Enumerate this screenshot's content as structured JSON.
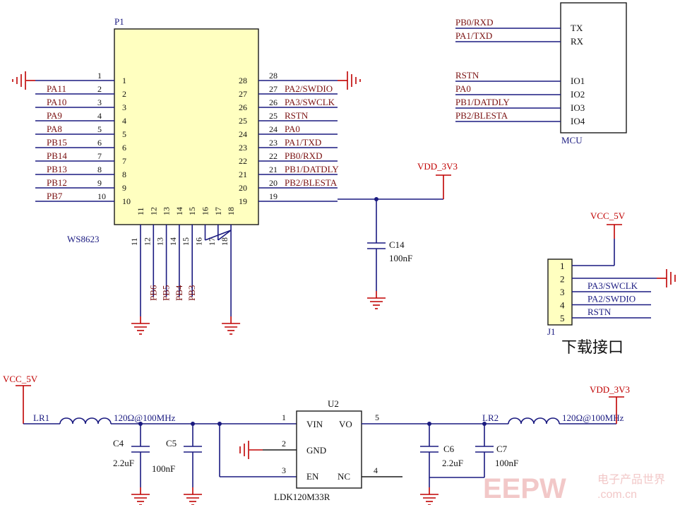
{
  "p1": {
    "ref": "P1",
    "part": "WS8623",
    "left_ext": [
      "1",
      "2",
      "3",
      "4",
      "5",
      "6",
      "7",
      "8",
      "9",
      "10"
    ],
    "left_int": [
      "1",
      "2",
      "3",
      "4",
      "5",
      "6",
      "7",
      "8",
      "9",
      "10"
    ],
    "left_nets": [
      "",
      "PA11",
      "PA10",
      "PA9",
      "PA8",
      "PB15",
      "PB14",
      "PB13",
      "PB12",
      "PB7"
    ],
    "right_ext": [
      "28",
      "27",
      "26",
      "25",
      "24",
      "23",
      "22",
      "21",
      "20",
      "19"
    ],
    "right_int": [
      "28",
      "27",
      "26",
      "25",
      "24",
      "23",
      "22",
      "21",
      "20",
      "19"
    ],
    "right_nets": [
      "",
      "PA2/SWDIO",
      "PA3/SWCLK",
      "RSTN",
      "PA0",
      "PA1/TXD",
      "PB0/RXD",
      "PB1/DATDLY",
      "PB2/BLESTA",
      ""
    ],
    "bottom_int": [
      "11",
      "12",
      "13",
      "14",
      "15",
      "16",
      "17",
      "18"
    ],
    "bottom_ext": [
      "11",
      "12",
      "13",
      "14",
      "15",
      "16",
      "17",
      "18"
    ],
    "bottom_nets": [
      "PB6",
      "PB5",
      "PB4",
      "PB3"
    ]
  },
  "mcu": {
    "ref": "MCU",
    "pins": [
      "TX",
      "RX",
      "IO1",
      "IO2",
      "IO3",
      "IO4"
    ],
    "nets": [
      "PB0/RXD",
      "PA1/TXD",
      "RSTN",
      "PA0",
      "PB1/DATDLY",
      "PB2/BLESTA"
    ]
  },
  "vdd_top": "VDD_3V3",
  "c14": {
    "ref": "C14",
    "value": "100nF"
  },
  "j1": {
    "ref": "J1",
    "vcc": "VCC_5V",
    "pins": [
      "1",
      "2",
      "3",
      "4",
      "5"
    ],
    "nets": [
      "PA3/SWCLK",
      "PA2/SWDIO",
      "RSTN"
    ],
    "title": "下载接口"
  },
  "power": {
    "vcc_in": "VCC_5V",
    "vdd_out": "VDD_3V3",
    "lr1": {
      "ref": "LR1",
      "value": "120Ω@100MHz"
    },
    "lr2": {
      "ref": "LR2",
      "value": "120Ω@100MHz"
    },
    "c4": {
      "ref": "C4",
      "value": "2.2uF"
    },
    "c5": {
      "ref": "C5",
      "value": "100nF"
    },
    "c6": {
      "ref": "C6",
      "value": "2.2uF"
    },
    "c7": {
      "ref": "C7",
      "value": "100nF"
    },
    "u2": {
      "ref": "U2",
      "part": "LDK120M33R",
      "pins": [
        "VIN",
        "VO",
        "GND",
        "EN",
        "NC"
      ],
      "pin_numbers": [
        "1",
        "5",
        "2",
        "3",
        "4"
      ]
    }
  },
  "watermark": {
    "logo": "EEPW",
    "cn": "电子产品世界",
    "url": ".com.cn"
  }
}
